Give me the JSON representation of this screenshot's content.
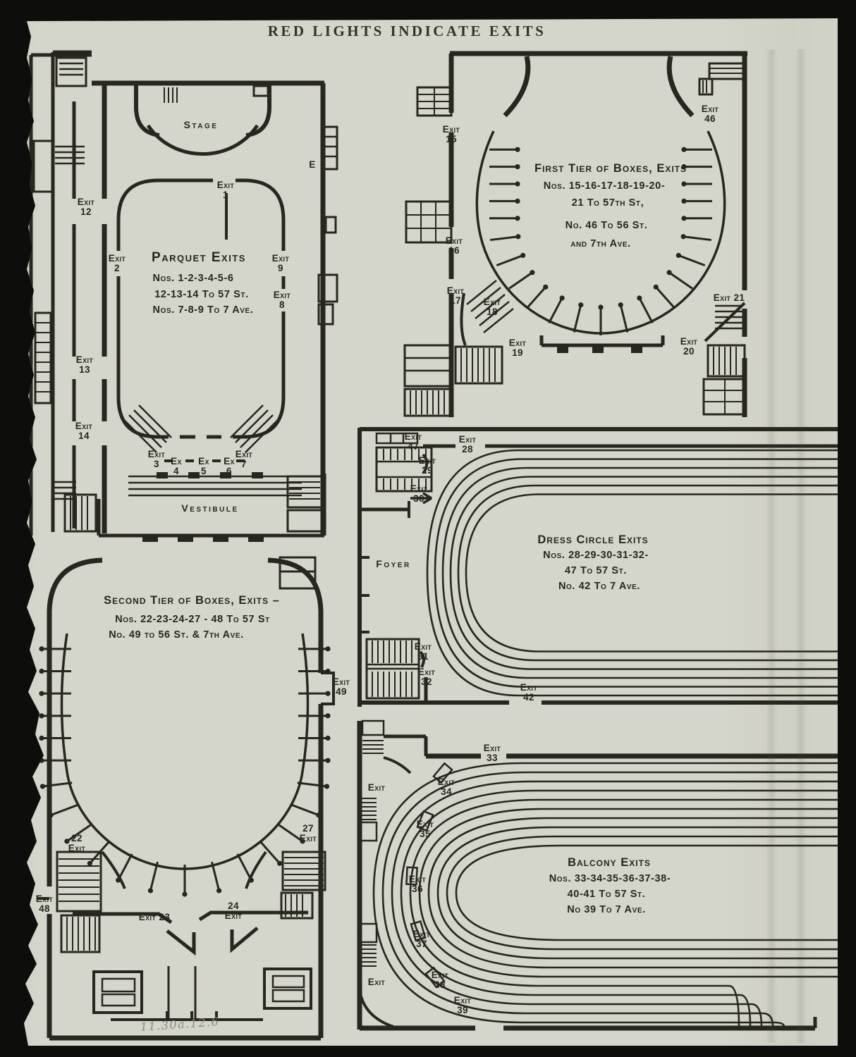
{
  "title": "RED LIGHTS INDICATE EXITS",
  "handwritten_note": "11.30a.12.6",
  "colors": {
    "paper": "#d4d5ca",
    "ink": "#27261f",
    "scan_background": "#0d0d0b",
    "pencil": "#8b897f"
  },
  "plans": {
    "parquet": {
      "stage": "Stage",
      "vestibule": "Vestibule",
      "wall_letter": "E",
      "heading": "Parquet Exits",
      "lines": [
        "Nos. 1-2-3-4-5-6",
        "12-13-14 To 57 St.",
        "Nos. 7-8-9 To 7 Ave."
      ],
      "exits": {
        "e1": "Exit\n1",
        "e2": "Exit\n2",
        "e3": "Exit\n3",
        "e4": "Ex\n4",
        "e5": "Ex\n5",
        "e6": "Ex\n6",
        "e7": "Exit\n7",
        "e8": "Exit\n8",
        "e9": "Exit\n9",
        "e12": "Exit\n12",
        "e13": "Exit\n13",
        "e14": "Exit\n14"
      }
    },
    "first_tier": {
      "heading": "First Tier of Boxes, Exits",
      "lines": [
        "Nos. 15-16-17-18-19-20-",
        "21 To 57th St,",
        "No. 46 To 56 St.",
        "and 7th Ave."
      ],
      "exits": {
        "e15": "Exit\n15",
        "e16": "Exit\n16",
        "e17": "Exit\n17",
        "e18": "Exit\n18",
        "e19": "Exit\n19",
        "e20": "Exit\n20",
        "e21": "Exit 21",
        "e46": "Exit\n46"
      }
    },
    "dress_circle": {
      "foyer": "Foyer",
      "heading": "Dress Circle Exits",
      "lines": [
        "Nos. 28-29-30-31-32-",
        "47 To 57 St.",
        "No. 42 To 7 Ave."
      ],
      "exits": {
        "e28": "Exit\n28",
        "e29": "Exit\n29",
        "e30": "Exit\n30",
        "e31": "Exit\n31",
        "e32": "Exit\n32",
        "e42": "Exit\n42",
        "e47": "Exit\n47"
      }
    },
    "second_tier": {
      "heading": "Second Tier of Boxes, Exits –",
      "lines": [
        "Nos. 22-23-24-27 - 48 To 57 St",
        "No. 49 to 56 St. & 7th Ave."
      ],
      "exits": {
        "e22": "22\nExit",
        "e23": "Exit 23",
        "e24": "24\nExit",
        "e27": "27\nExit",
        "e48": "Exit\n48",
        "e49": "Exit\n49"
      }
    },
    "balcony": {
      "heading": "Balcony Exits",
      "lines": [
        "Nos. 33-34-35-36-37-38-",
        "40-41 To 57 St.",
        "No 39 To 7 Ave."
      ],
      "exits": {
        "e33": "Exit\n33",
        "e34": "Exit\n34",
        "e35": "Exit\n35",
        "e36": "Exit\n36",
        "e37": "Exit\n37",
        "e38": "Exit\n38",
        "e39": "Exit\n39",
        "side_upper": "Exit",
        "side_lower": "Exit"
      }
    }
  }
}
